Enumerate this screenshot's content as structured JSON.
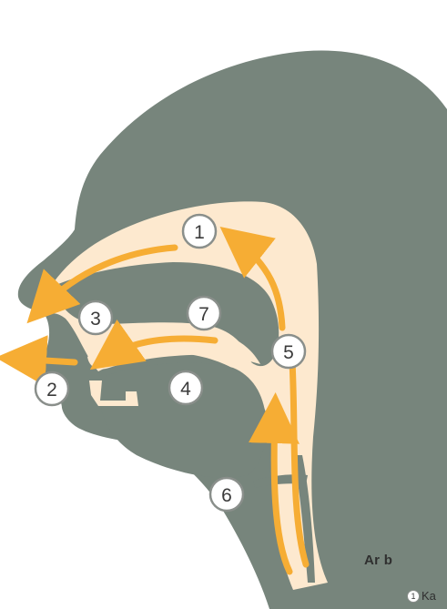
{
  "colors": {
    "head": "#77857c",
    "airway": "#fde9cf",
    "arrow": "#f6ad34",
    "marker_fill": "#ffffff",
    "marker_stroke": "#8a8f8b"
  },
  "markers": [
    {
      "id": "m1",
      "label": "1"
    },
    {
      "id": "m2",
      "label": "2"
    },
    {
      "id": "m3",
      "label": "3"
    },
    {
      "id": "m4",
      "label": "4"
    },
    {
      "id": "m5",
      "label": "5"
    },
    {
      "id": "m6",
      "label": "6"
    },
    {
      "id": "m7",
      "label": "7"
    }
  ],
  "caption": {
    "title": "Ar b",
    "item_number": "1",
    "item_text": "Ka"
  }
}
